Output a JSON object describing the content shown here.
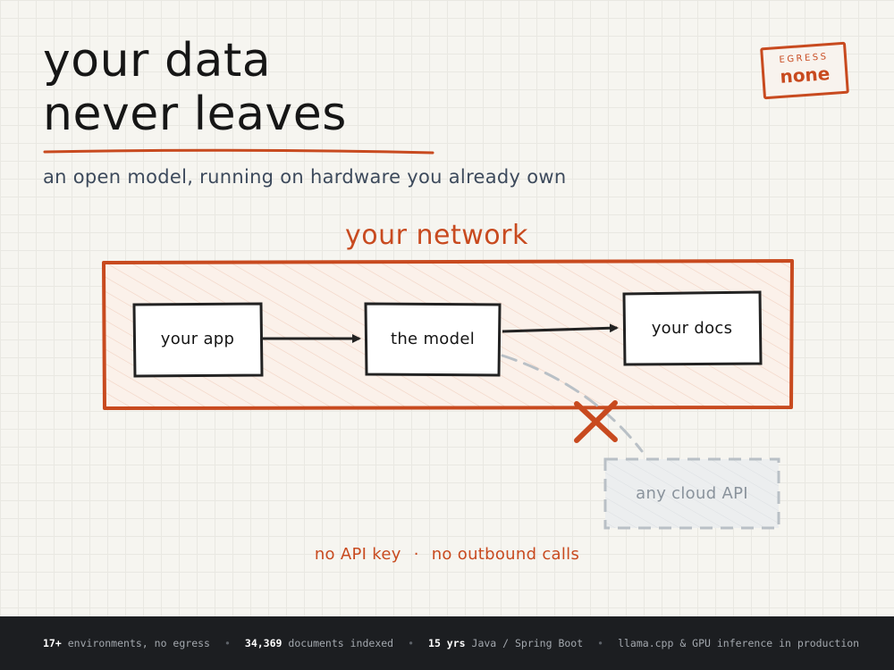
{
  "title": {
    "line1": "your data",
    "line2": "never leaves"
  },
  "subtitle": "an open model, running on hardware you already own",
  "stamp": {
    "label": "EGRESS",
    "value": "none"
  },
  "network": {
    "label": "your network"
  },
  "nodes": {
    "app": "your app",
    "model": "the model",
    "docs": "your docs",
    "cloud": "any cloud API"
  },
  "notes": {
    "no_key": "no API key",
    "separator": "·",
    "no_calls": "no outbound calls"
  },
  "footer": {
    "items": [
      {
        "strong": "17+",
        "text": "environments, no egress"
      },
      {
        "strong": "34,369",
        "text": "documents indexed"
      },
      {
        "strong": "15 yrs",
        "text": "Java / Spring Boot"
      },
      {
        "strong": "",
        "text": "llama.cpp & GPU inference in production"
      }
    ],
    "separator": "•"
  },
  "colors": {
    "accent": "#c84a1f",
    "ink": "#161616",
    "muted": "#8a939c",
    "footer_bg": "#1c1e21"
  }
}
